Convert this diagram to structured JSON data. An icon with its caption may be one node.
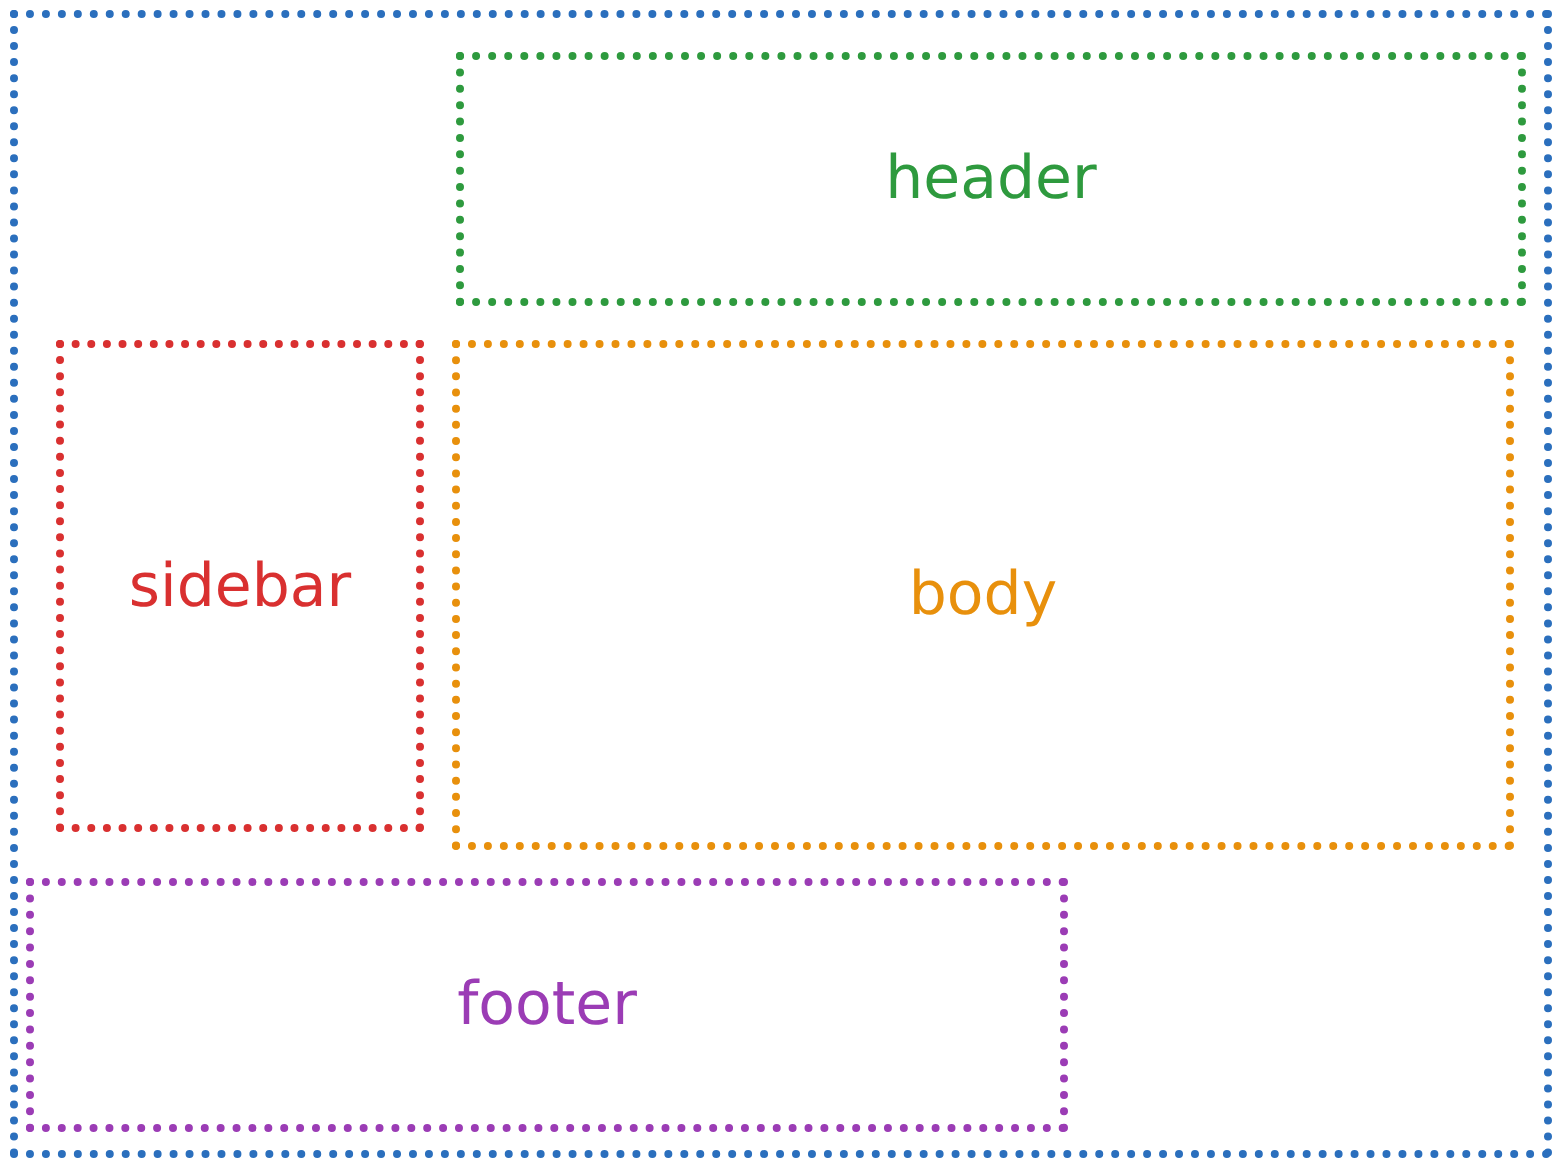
{
  "diagram": {
    "nodes": [
      {
        "text": [],
        "shape": "box"
      },
      {
        "text": [
          "header"
        ],
        "in": 0
      },
      {
        "text": [
          "sidebar"
        ],
        "in": 0
      },
      {
        "text": [
          "body"
        ],
        "in": 0
      },
      {
        "text": [
          "footer"
        ],
        "in": 0
      }
    ],
    "edges": []
  }
}
